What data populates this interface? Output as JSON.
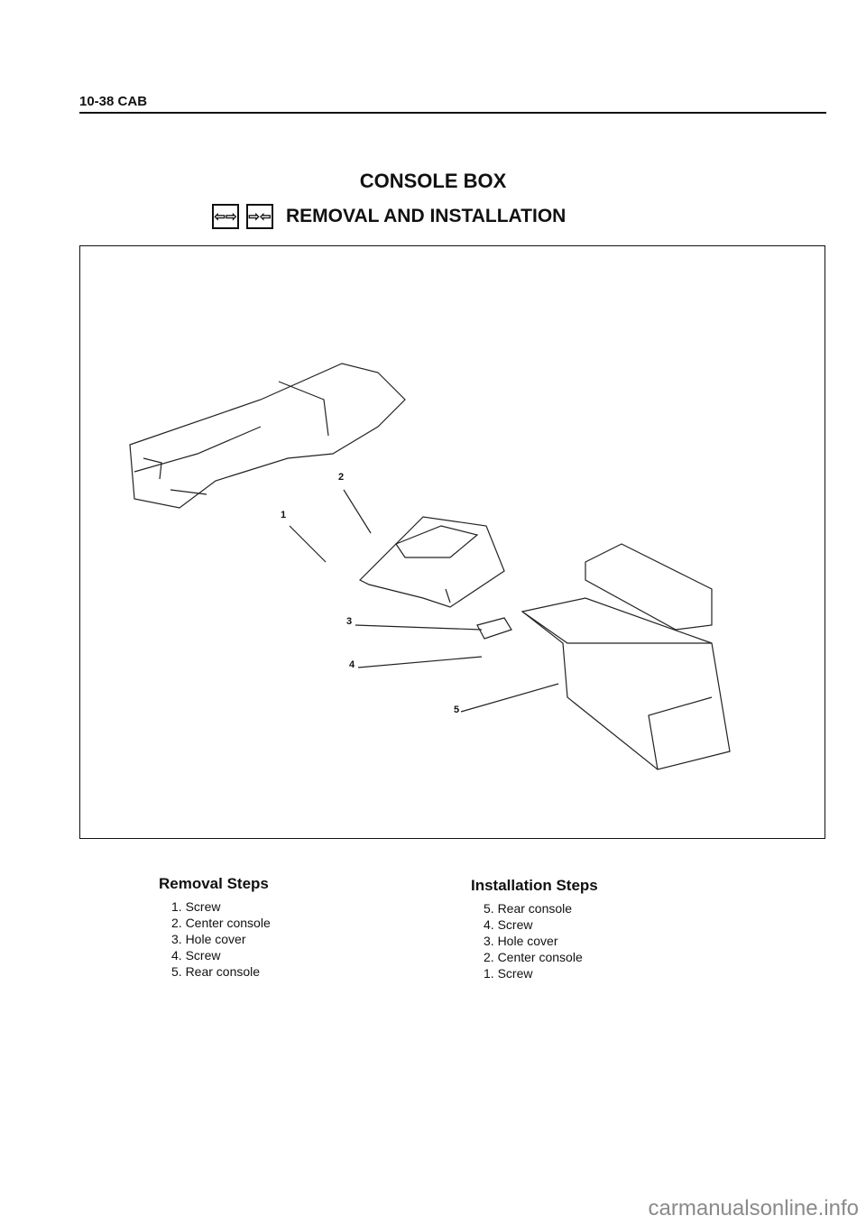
{
  "header": {
    "page_ref": "10-38 CAB"
  },
  "title": "CONSOLE BOX",
  "subtitle": {
    "icons": [
      {
        "name": "removal-arrows-icon",
        "glyph": "⇦⇨"
      },
      {
        "name": "installation-arrows-icon",
        "glyph": "⇨⇦"
      }
    ],
    "text": "REMOVAL AND INSTALLATION"
  },
  "diagram": {
    "callouts": [
      "1",
      "2",
      "3",
      "4",
      "5"
    ]
  },
  "removal": {
    "heading": "Removal Steps",
    "items": [
      "1. Screw",
      "2. Center console",
      "3. Hole cover",
      "4. Screw",
      "5. Rear console"
    ]
  },
  "installation": {
    "heading": "Installation Steps",
    "items": [
      "5. Rear console",
      "4. Screw",
      "3. Hole cover",
      "2. Center console",
      "1. Screw"
    ]
  },
  "watermark": "carmanualsonline.info"
}
